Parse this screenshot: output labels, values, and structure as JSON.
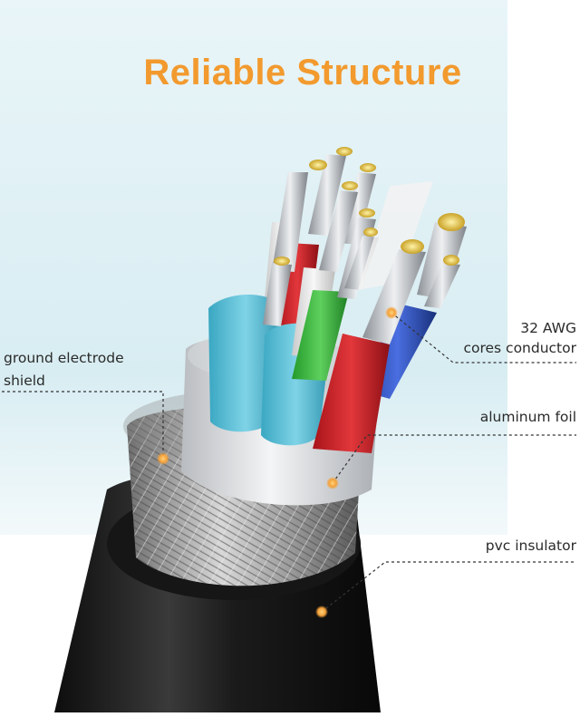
{
  "title": "Reliable Structure",
  "labels": {
    "ground_line1": "ground electrode",
    "ground_line2": "shield",
    "awg_line1": "32 AWG",
    "awg_line2": "cores conductor",
    "foil": "aluminum foil",
    "pvc": "pvc insulator"
  },
  "colors": {
    "title": "#f29a2e",
    "marker": "#f3a13a",
    "leader": "#333333",
    "background_panel": "#dbeef3"
  }
}
